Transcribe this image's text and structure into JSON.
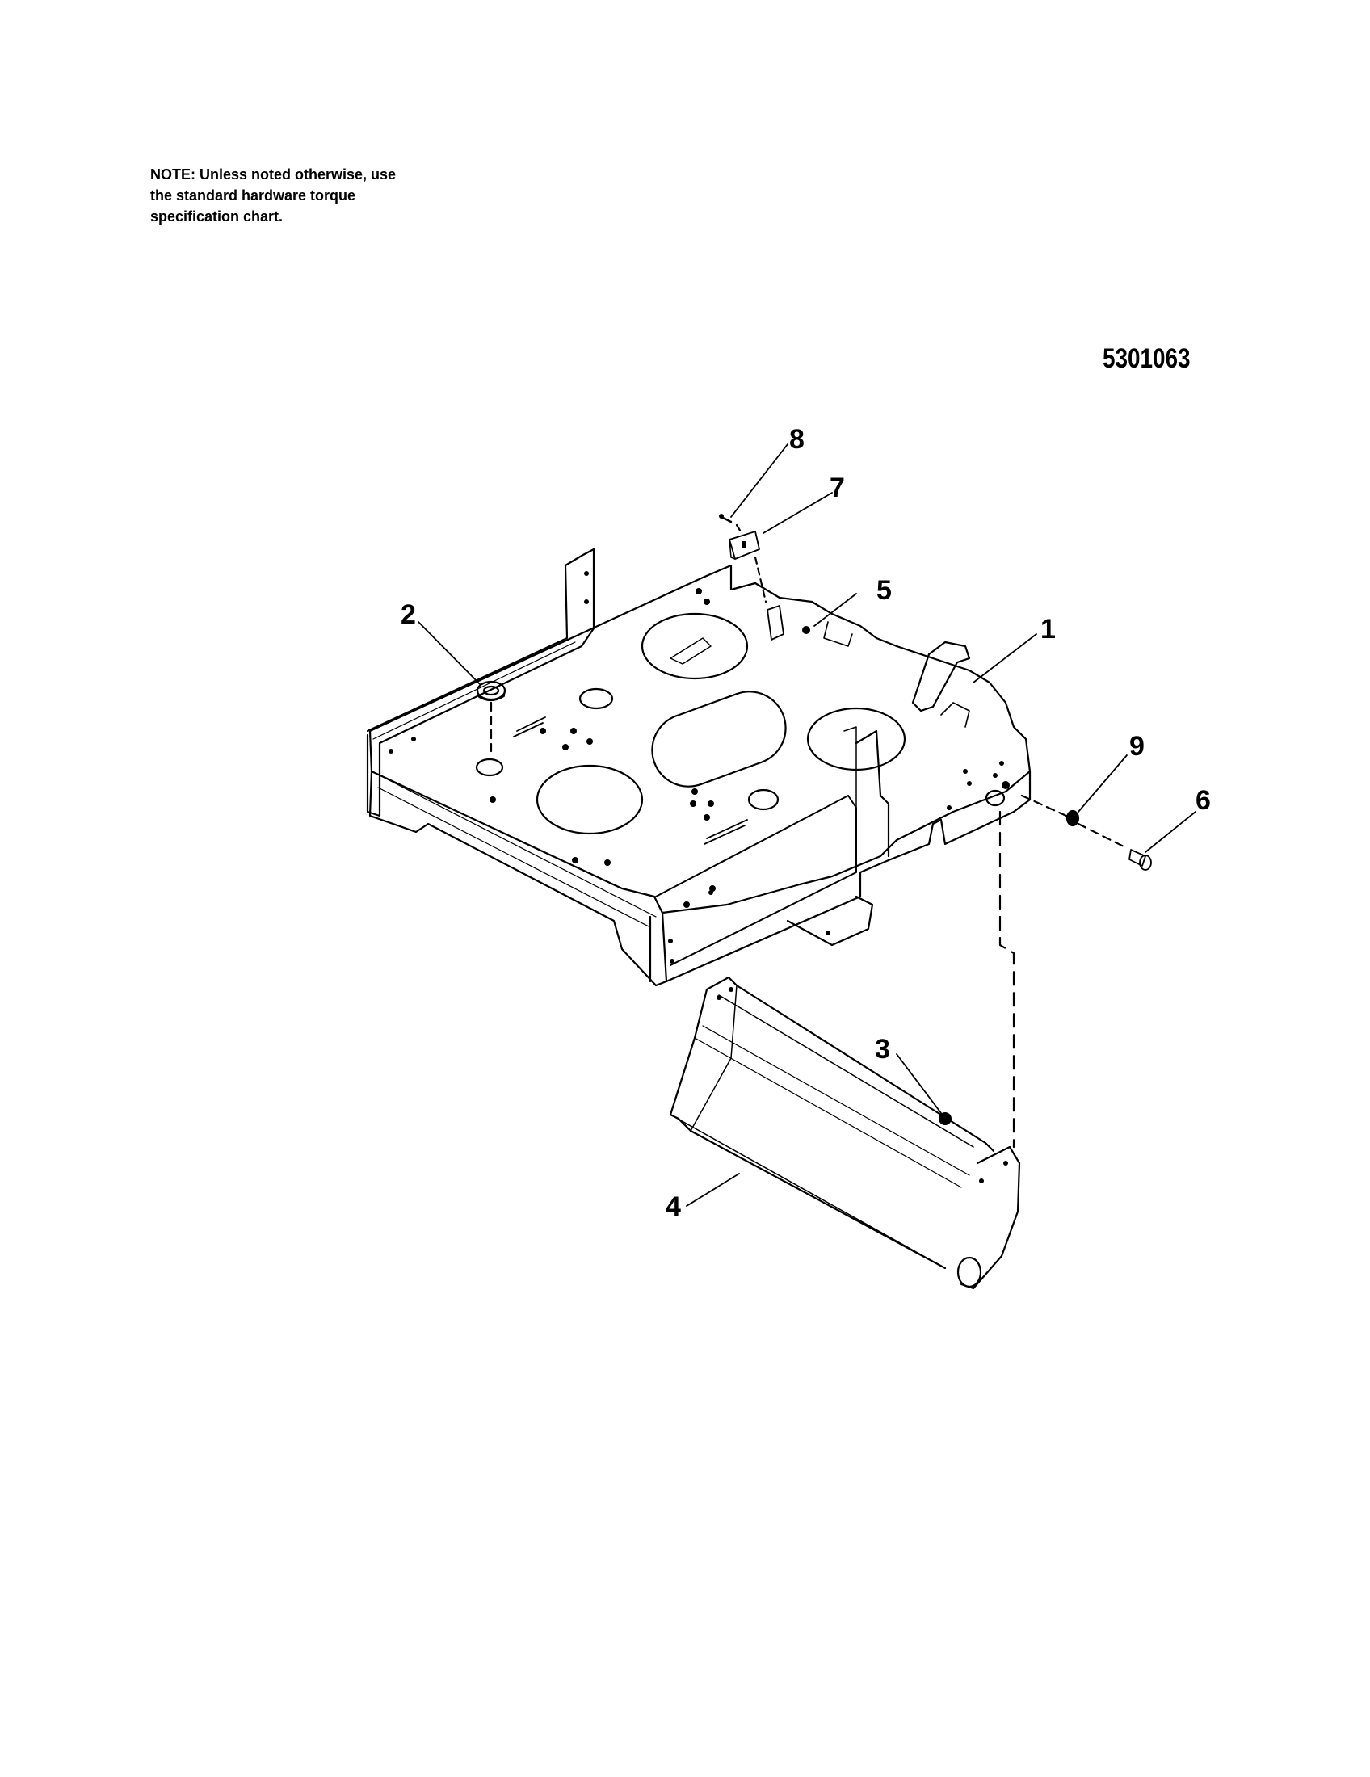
{
  "note": {
    "line1": "NOTE: Unless noted otherwise, use",
    "line2": "the standard hardware torque",
    "line3": "specification chart."
  },
  "document_number": "5301063",
  "callouts": {
    "c1": "1",
    "c2": "2",
    "c3": "3",
    "c4": "4",
    "c5": "5",
    "c6": "6",
    "c7": "7",
    "c8": "8",
    "c9": "9"
  }
}
